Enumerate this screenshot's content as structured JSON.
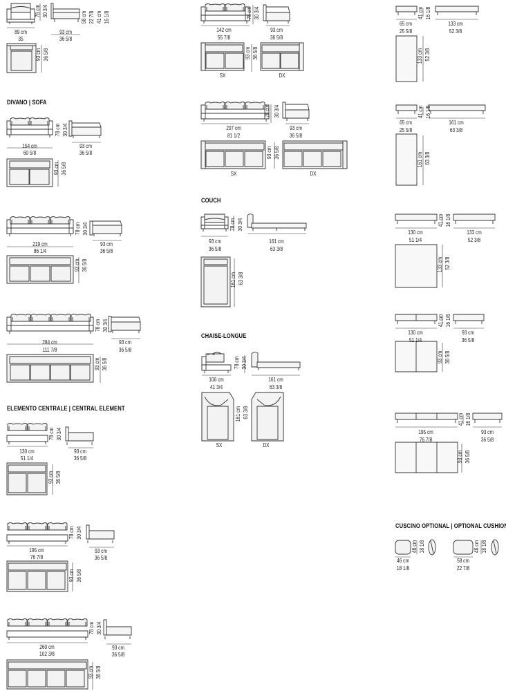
{
  "headings": {
    "sofa": "DIVANO | SOFA",
    "central": "ELEMENTO CENTRALE | CENTRAL ELEMENT",
    "couch": "COUCH",
    "chaise": "CHAISE-LONGUE",
    "cushion": "CUSCINO OPTIONAL | OPTIONAL CUSHION"
  },
  "icons": [
    "sofa-front-icon",
    "sofa-side-icon",
    "sofa-top-icon",
    "bench-front-icon",
    "bench-top-icon",
    "cushion-icon"
  ],
  "colors": {
    "line": "#333333",
    "dim": "#222222"
  },
  "items": {
    "armchair": {
      "w": "89 cm",
      "w_in": "35",
      "h": "78 cm",
      "h_in": "30 3/4",
      "side_h": "58 cm",
      "side_h_in": "22 7/8",
      "seat_h": "41 cm",
      "seat_h_in": "16 1/8",
      "d": "93 cm",
      "d_in": "36 5/8"
    },
    "sofa2": {
      "w": "154 cm",
      "w_in": "60 5/8",
      "h": "78 cm",
      "h_in": "30 3/4",
      "d": "93 cm",
      "d_in": "36 5/8"
    },
    "sofa3": {
      "w": "219 cm",
      "w_in": "86 1/4",
      "h": "78 cm",
      "h_in": "30 3/4",
      "d": "93 cm",
      "d_in": "36 5/8"
    },
    "sofa4": {
      "w": "284 cm",
      "w_in": "111 7/8",
      "h": "78 cm",
      "h_in": "30 3/4",
      "d": "93 cm",
      "d_in": "36 5/8"
    },
    "central2": {
      "w": "130 cm",
      "w_in": "51 1/4",
      "h": "78 cm",
      "h_in": "30 3/4",
      "d": "93 cm",
      "d_in": "36 5/8"
    },
    "central3": {
      "w": "195 cm",
      "w_in": "76 7/8",
      "h": "78 cm",
      "h_in": "30 3/4",
      "d": "93 cm",
      "d_in": "36 5/8"
    },
    "central4": {
      "w": "260 cm",
      "w_in": "102 3/8",
      "h": "78 cm",
      "h_in": "30 3/4",
      "d": "93 cm",
      "d_in": "36 5/8"
    },
    "term2": {
      "w": "142 cm",
      "w_in": "55 7/8",
      "h": "78 cm",
      "h_in": "30 3/4",
      "d": "93 cm",
      "d_in": "36 5/8",
      "sx": "SX",
      "dx": "DX"
    },
    "term3": {
      "w": "207 cm",
      "w_in": "81 1/2",
      "h": "78 cm",
      "h_in": "30 3/4",
      "d": "93 cm",
      "d_in": "36 5/8",
      "sx": "SX",
      "dx": "DX"
    },
    "couch": {
      "w": "93 cm",
      "w_in": "36 5/8",
      "h": "78 cm",
      "h_in": "30 3/4",
      "l": "161 cm",
      "l_in": "63 3/8"
    },
    "chaise": {
      "w": "106 cm",
      "w_in": "41 3/4",
      "h": "78 cm",
      "h_in": "30 3/4",
      "l": "161 cm",
      "l_in": "63 3/8",
      "sx": "SX",
      "dx": "DX"
    },
    "bench1": {
      "w": "65 cm",
      "w_in": "25 5/8",
      "h": "41 cm",
      "h_in": "16 1/8",
      "l": "133 cm",
      "l_in": "52 3/8"
    },
    "bench2": {
      "w": "65 cm",
      "w_in": "25 5/8",
      "h": "41 cm",
      "h_in": "16 1/8",
      "l": "161 cm",
      "l_in": "63 3/8"
    },
    "bench3": {
      "w": "130 cm",
      "w_in": "51 1/4",
      "h": "41 cm",
      "h_in": "16 1/8",
      "l": "133 cm",
      "l_in": "52 3/8"
    },
    "bench4": {
      "w": "130 cm",
      "w_in": "51 1/4",
      "h": "41 cm",
      "h_in": "16 1/8",
      "d": "93 cm",
      "d_in": "36 5/8"
    },
    "bench5": {
      "w": "195 cm",
      "w_in": "76 7/8",
      "h": "41 cm",
      "h_in": "16 1/8",
      "d": "93 cm",
      "d_in": "36 5/8"
    },
    "cushion1": {
      "w": "46 cm",
      "w_in": "18 1/8",
      "h": "46 cm",
      "h_in": "18 1/8"
    },
    "cushion2": {
      "w": "58 cm",
      "w_in": "22 7/8",
      "h": "46 cm",
      "h_in": "18 1/8"
    }
  }
}
